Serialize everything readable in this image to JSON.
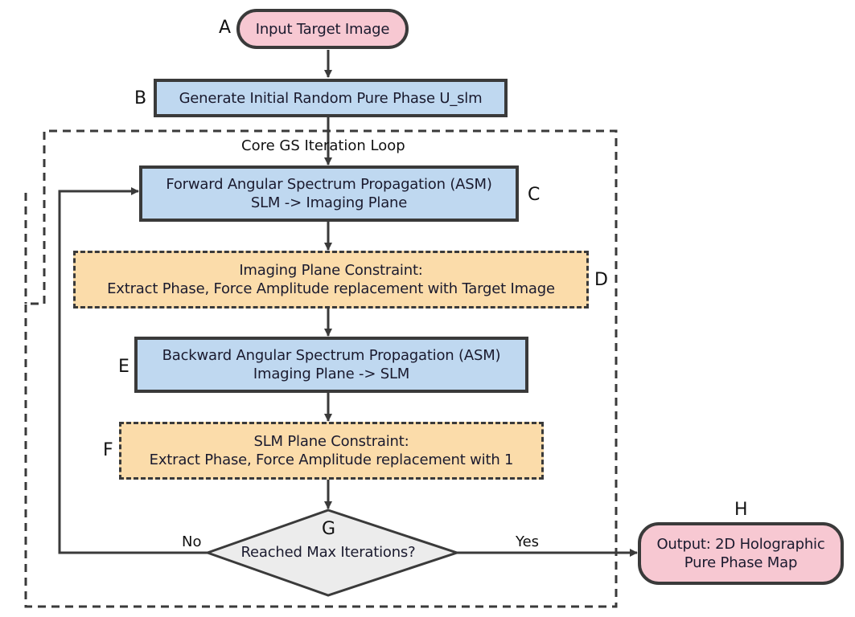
{
  "diagram": {
    "type": "flowchart",
    "cluster": {
      "title": "Core GS Iteration Loop"
    },
    "nodes": [
      {
        "id": "A",
        "letter": "A",
        "lines": [
          "Input Target Image"
        ],
        "shape": "stadium",
        "fill": "#f7c8d2"
      },
      {
        "id": "B",
        "letter": "B",
        "lines": [
          "Generate Initial Random Pure Phase U_slm"
        ],
        "shape": "rect",
        "fill": "#bfd8f0"
      },
      {
        "id": "C",
        "letter": "C",
        "lines": [
          "Forward Angular Spectrum Propagation (ASM)",
          "SLM -> Imaging Plane"
        ],
        "shape": "rect",
        "fill": "#bfd8f0"
      },
      {
        "id": "D",
        "letter": "D",
        "lines": [
          "Imaging Plane Constraint:",
          "Extract Phase, Force Amplitude replacement with Target Image"
        ],
        "shape": "dashed-rect",
        "fill": "#fbdcaa"
      },
      {
        "id": "E",
        "letter": "E",
        "lines": [
          "Backward Angular Spectrum Propagation (ASM)",
          "Imaging Plane -> SLM"
        ],
        "shape": "rect",
        "fill": "#bfd8f0"
      },
      {
        "id": "F",
        "letter": "F",
        "lines": [
          "SLM Plane Constraint:",
          "Extract Phase, Force Amplitude replacement with 1"
        ],
        "shape": "dashed-rect",
        "fill": "#fbdcaa"
      },
      {
        "id": "G",
        "letter": "G",
        "lines": [
          "Reached Max Iterations?"
        ],
        "shape": "diamond",
        "fill": "#ececec"
      },
      {
        "id": "H",
        "letter": "H",
        "lines": [
          "Output: 2D Holographic",
          "Pure Phase Map"
        ],
        "shape": "stadium",
        "fill": "#f7c8d2"
      }
    ],
    "edges": [
      {
        "from": "A",
        "to": "B",
        "label": ""
      },
      {
        "from": "B",
        "to": "C",
        "label": ""
      },
      {
        "from": "C",
        "to": "D",
        "label": ""
      },
      {
        "from": "D",
        "to": "E",
        "label": ""
      },
      {
        "from": "E",
        "to": "F",
        "label": ""
      },
      {
        "from": "F",
        "to": "G",
        "label": ""
      },
      {
        "from": "G",
        "to": "C",
        "label": "No"
      },
      {
        "from": "G",
        "to": "H",
        "label": "Yes"
      }
    ],
    "colors": {
      "stroke": "#3a3a3a",
      "pink": "#f7c8d2",
      "blue": "#bfd8f0",
      "orange": "#fbdcaa",
      "gray": "#ececec"
    }
  }
}
